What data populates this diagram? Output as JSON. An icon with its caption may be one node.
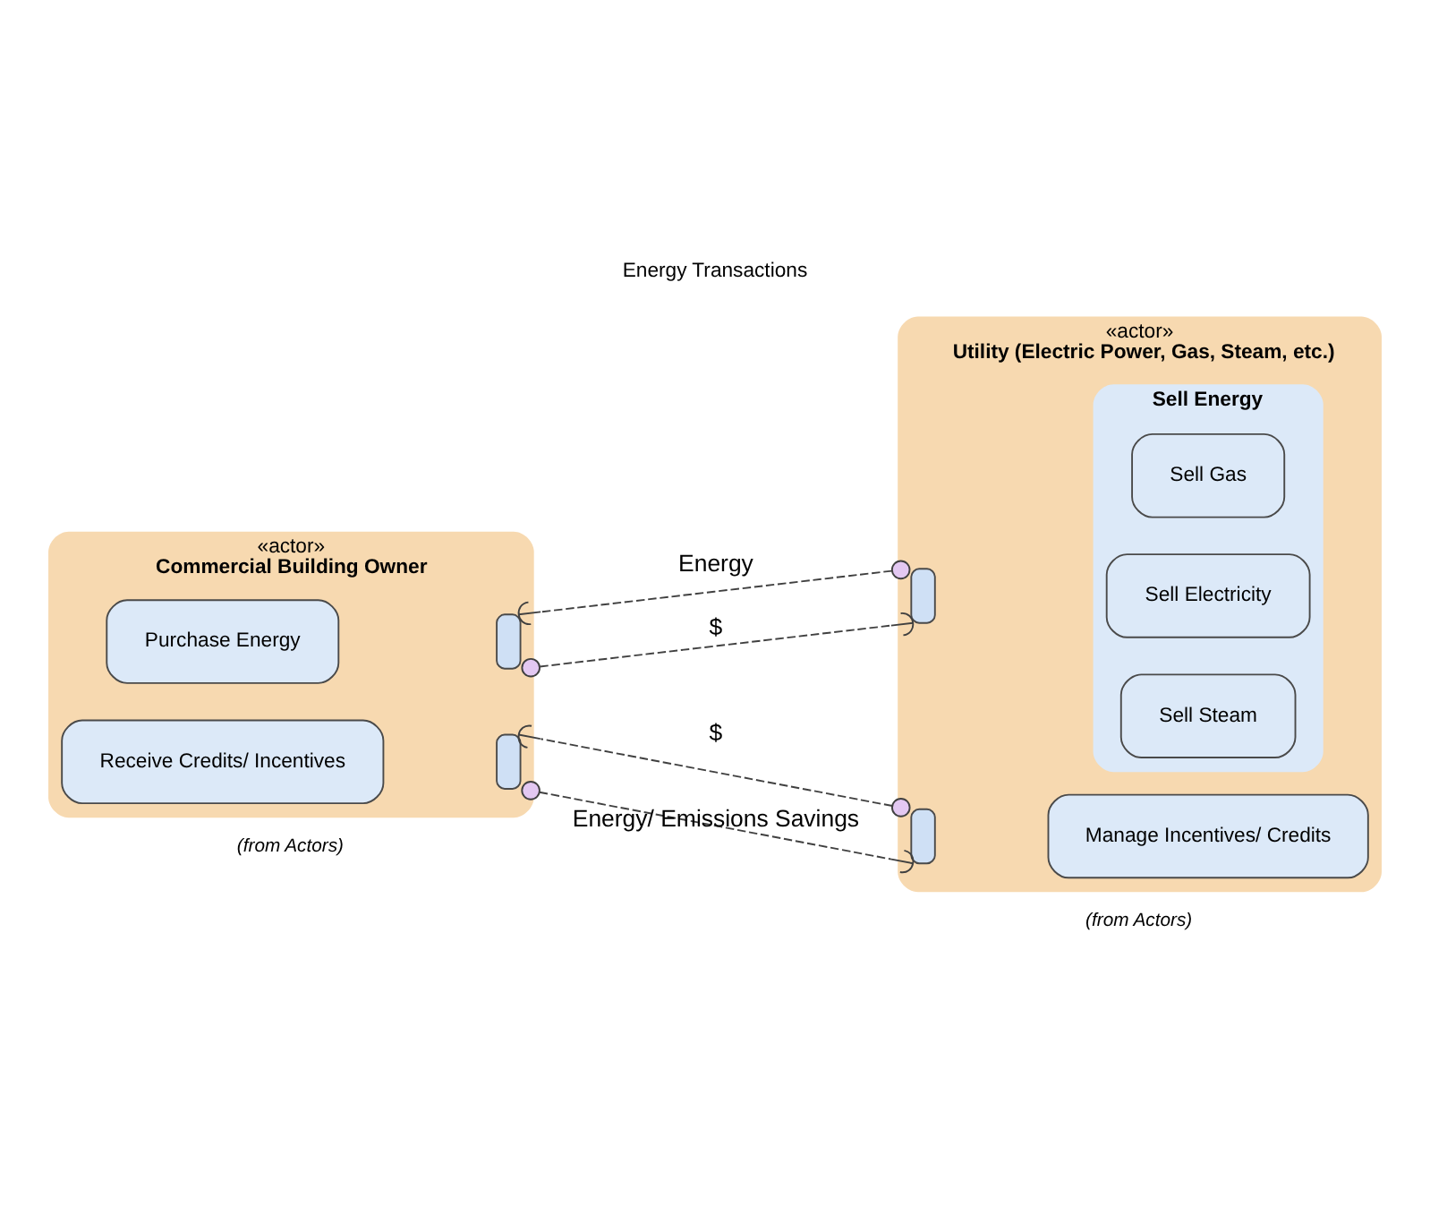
{
  "diagram": {
    "title": "Energy Transactions",
    "nodes": [
      {
        "text": [
          "«actor»",
          "Commercial Building Owner"
        ],
        "beside": [
          "(from Actors)"
        ]
      },
      {
        "text": [
          "Purchase Energy"
        ],
        "in": 0
      },
      {
        "text": [],
        "shape": "box",
        "in": 0
      },
      {
        "text": [
          "Receive Credits/ Incentives"
        ],
        "in": 0
      },
      {
        "text": [],
        "shape": "box",
        "in": 0
      },
      {
        "text": [
          "«actor»",
          "Utility (Electric Power, Gas, Steam, etc.)"
        ],
        "beside": [
          "(from Actors)"
        ]
      },
      {
        "text": [
          "Sell Energy"
        ],
        "in": 5
      },
      {
        "text": [
          "Sell Electricity"
        ],
        "in": 6
      },
      {
        "text": [
          "Sell Gas"
        ],
        "in": 6
      },
      {
        "text": [
          "Sell Steam"
        ],
        "in": 6
      },
      {
        "text": [],
        "shape": "box",
        "in": 5
      },
      {
        "text": [
          "Manage Incentives/ Credits"
        ],
        "in": 5
      },
      {
        "text": [],
        "shape": "box",
        "in": 5
      }
    ],
    "edges": [
      {
        "from": 10,
        "to": 2,
        "arrow": "other",
        "label": "Energy",
        "style": "dashed"
      },
      {
        "from": 2,
        "to": 10,
        "arrow": "other",
        "label": "$",
        "style": "dashed"
      },
      {
        "from": 12,
        "to": 4,
        "arrow": "other",
        "label": "$",
        "style": "dashed"
      },
      {
        "from": 4,
        "to": 12,
        "arrow": "other",
        "label": "Energy/ Emissions Savings",
        "style": "dashed"
      }
    ]
  }
}
